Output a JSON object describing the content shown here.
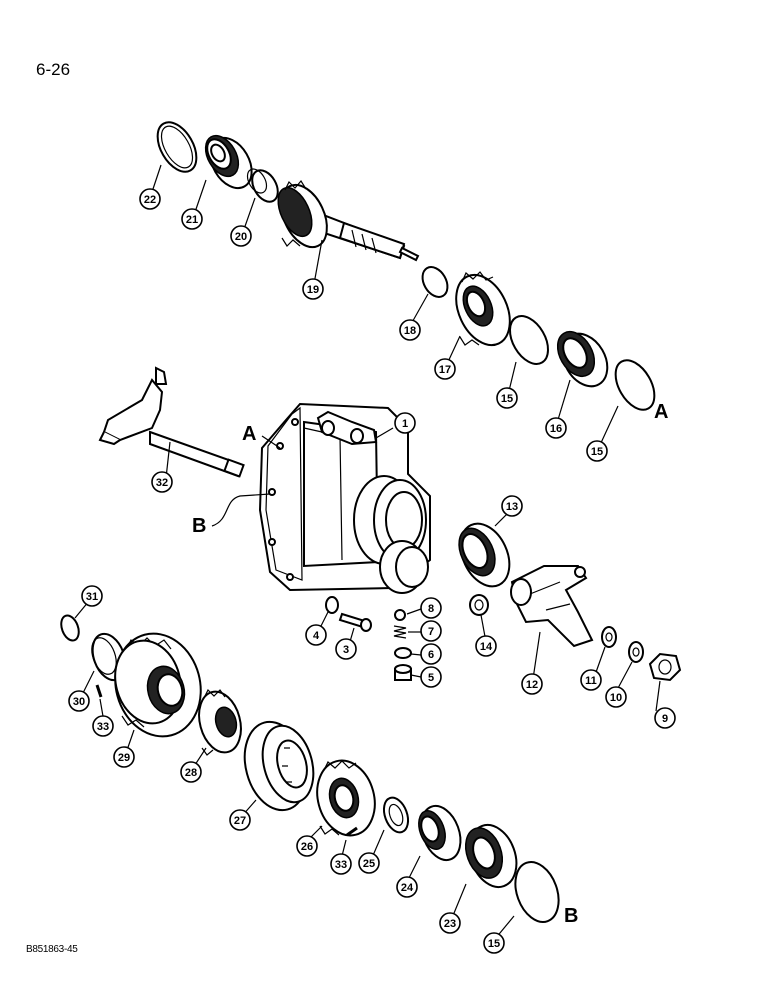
{
  "page": {
    "number": "6-26",
    "code": "B851863-45"
  },
  "ref_letters": {
    "a": "A",
    "b": "B"
  },
  "callouts": [
    "1",
    "3",
    "4",
    "5",
    "6",
    "7",
    "8",
    "9",
    "10",
    "11",
    "12",
    "13",
    "14",
    "15",
    "15",
    "16",
    "17",
    "18",
    "19",
    "20",
    "21",
    "22",
    "23",
    "24",
    "25",
    "26",
    "27",
    "28",
    "29",
    "30",
    "31",
    "32",
    "33",
    "33",
    "15"
  ],
  "parts": [
    "snap-ring",
    "bearing",
    "cone",
    "input-shaft",
    "snap-ring",
    "gear",
    "snap-ring",
    "bearing",
    "snap-ring",
    "shift-fork",
    "housing",
    "oil-seal",
    "nut",
    "yoke",
    "washer",
    "washer",
    "nut",
    "ball",
    "spring",
    "washer",
    "plug",
    "washer",
    "bolt",
    "snap-ring",
    "cone",
    "gear",
    "hub",
    "collar",
    "gear",
    "washer",
    "cone",
    "bearing",
    "snap-ring",
    "pin",
    "pin"
  ]
}
